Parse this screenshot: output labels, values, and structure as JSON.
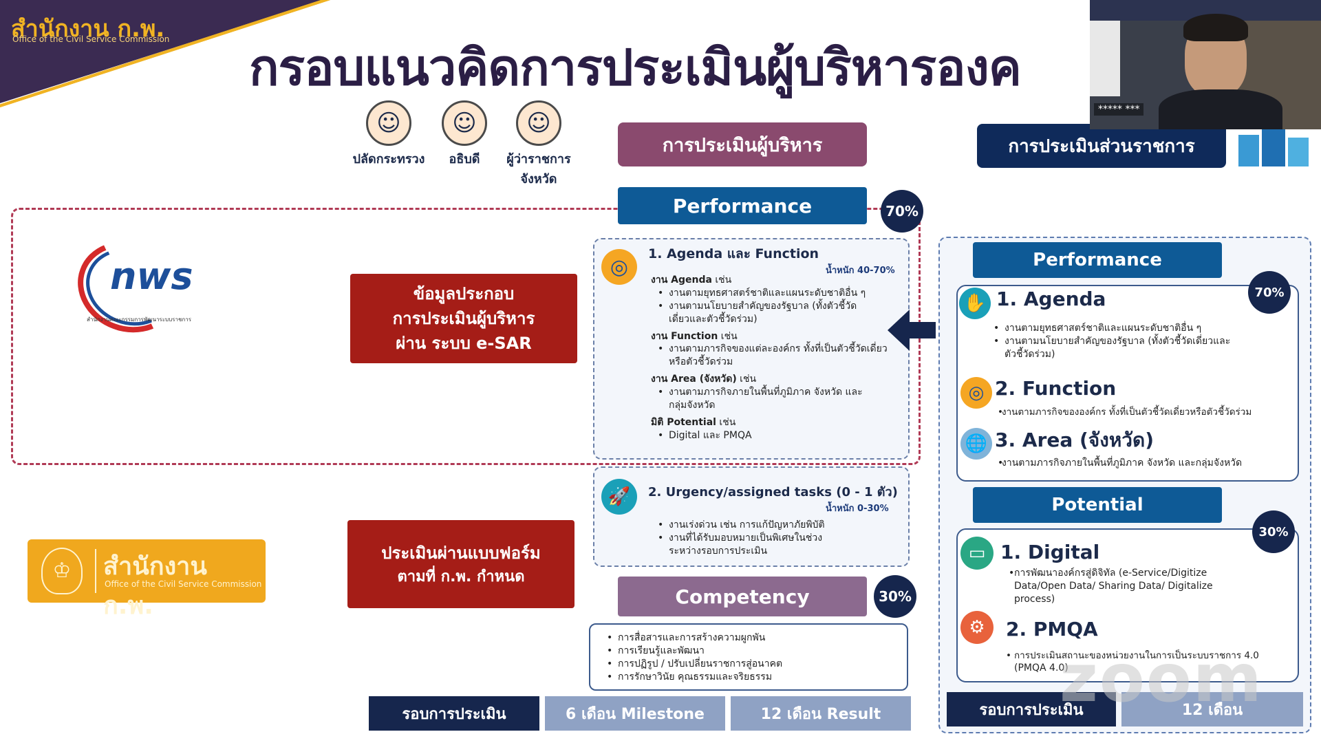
{
  "header": {
    "org_thai": "สำนักงาน ก.พ.",
    "org_en": "Office of the Civil Service Commission",
    "title": "กรอบแนวคิดการประเมินผู้บริหารองค"
  },
  "executives": [
    {
      "label": "ปลัดกระทรวง",
      "icon": "person-icon"
    },
    {
      "label": "อธิบดี",
      "icon": "person-glasses-icon"
    },
    {
      "label": "ผู้ว่าราชการ\nจังหวัด",
      "icon": "person-icon"
    }
  ],
  "left": {
    "nws_logo_text": "nws",
    "nws_logo_caption": "สำนักงานคณะกรรมการพัฒนาระบบราชการ",
    "esar_box": [
      "ข้อมูลประกอบ",
      "การประเมินผู้บริหาร",
      "ผ่าน ระบบ e-SAR"
    ],
    "ocsc_logo_thai": "สำนักงาน ก.พ.",
    "ocsc_logo_en": "Office of the Civil Service Commission",
    "form_box": [
      "ประเมินผ่านแบบฟอร์ม",
      "ตามที่ ก.พ. กำหนด"
    ]
  },
  "middle": {
    "exec_eval_label": "การประเมินผู้บริหาร",
    "performance_label": "Performance",
    "performance_pct": "70%",
    "item1": {
      "title": "1. Agenda และ Function",
      "weight": "น้ำหนัก 40-70%",
      "agenda_heading": "งาน Agenda",
      "agenda_heading_suffix": " เช่น",
      "agenda_bullets": [
        "งานตามยุทธศาสตร์ชาติและแผนระดับชาติอื่น ๆ",
        "งานตามนโยบายสำคัญของรัฐบาล (ทั้งตัวชี้วัด",
        "เดี่ยวและตัวชี้วัดร่วม)"
      ],
      "function_heading": "งาน Function",
      "function_heading_suffix": " เช่น",
      "function_bullets": [
        "งานตามภารกิจของแต่ละองค์กร ทั้งที่เป็นตัวชี้วัดเดี่ยว",
        "หรือตัวชี้วัดร่วม"
      ],
      "area_heading": "งาน Area (จังหวัด)",
      "area_heading_suffix": " เช่น",
      "area_bullets": [
        "งานตามภารกิจภายในพื้นที่ภูมิภาค จังหวัด และ",
        "กลุ่มจังหวัด"
      ],
      "potential_heading": "มิติ Potential",
      "potential_heading_suffix": " เช่น",
      "potential_bullets": [
        "Digital และ PMQA"
      ]
    },
    "item2": {
      "title": "2. Urgency/assigned tasks (0 - 1 ตัว)",
      "weight": "น้ำหนัก 0-30%",
      "bullets": [
        "งานเร่งด่วน เช่น การแก้ปัญหาภัยพิบัติ",
        "งานที่ได้รับมอบหมายเป็นพิเศษในช่วง",
        "ระหว่างรอบการประเมิน"
      ]
    },
    "competency_label": "Competency",
    "competency_pct": "30%",
    "competency_bullets": [
      "การสื่อสารและการสร้างความผูกพัน",
      "การเรียนรู้และพัฒนา",
      "การปฏิรูป / ปรับเปลี่ยนราชการสู่อนาคต",
      "การรักษาวินัย คุณธรรมและจริยธรรม"
    ],
    "cycle_label": "รอบการประเมิน",
    "cycle_6": "6 เดือน Milestone",
    "cycle_12": "12 เดือน Result"
  },
  "right": {
    "agency_eval_label": "การประเมินส่วนราชการ",
    "performance_label": "Performance",
    "performance_pct": "70%",
    "agenda_title": "1. Agenda",
    "agenda_bullets": [
      "งานตามยุทธศาสตร์ชาติและแผนระดับชาติอื่น ๆ",
      "งานตามนโยบายสำคัญของรัฐบาล (ทั้งตัวชี้วัดเดี่ยวและ",
      "ตัวชี้วัดร่วม)"
    ],
    "function_title": "2. Function",
    "function_bullets": [
      "งานตามภารกิจขององค์กร ทั้งที่เป็นตัวชี้วัดเดี่ยวหรือตัวชี้วัดร่วม"
    ],
    "area_title": "3. Area (จังหวัด)",
    "area_bullets": [
      "งานตามภารกิจภายในพื้นที่ภูมิภาค จังหวัด และกลุ่มจังหวัด"
    ],
    "potential_label": "Potential",
    "potential_pct": "30%",
    "digital_title": "1. Digital",
    "digital_bullets": [
      "การพัฒนาองค์กรสู่ดิจิทัล (e-Service/Digitize",
      "Data/Open Data/ Sharing Data/ Digitalize",
      "process)"
    ],
    "pmqa_title": "2. PMQA",
    "pmqa_bullets": [
      "การประเมินสถานะของหน่วยงานในการเป็นระบบราชการ 4.0",
      "(PMQA 4.0)"
    ],
    "cycle_label": "รอบการประเมิน",
    "cycle_12": "12 เดือน"
  },
  "video": {
    "name_tag": "***** ***",
    "watermark": "zoom"
  },
  "colors": {
    "navy": "#16264d",
    "blue": "#0e5a96",
    "purple": "#8a4a6e",
    "red": "#a51d17",
    "gold": "#f0b323"
  }
}
